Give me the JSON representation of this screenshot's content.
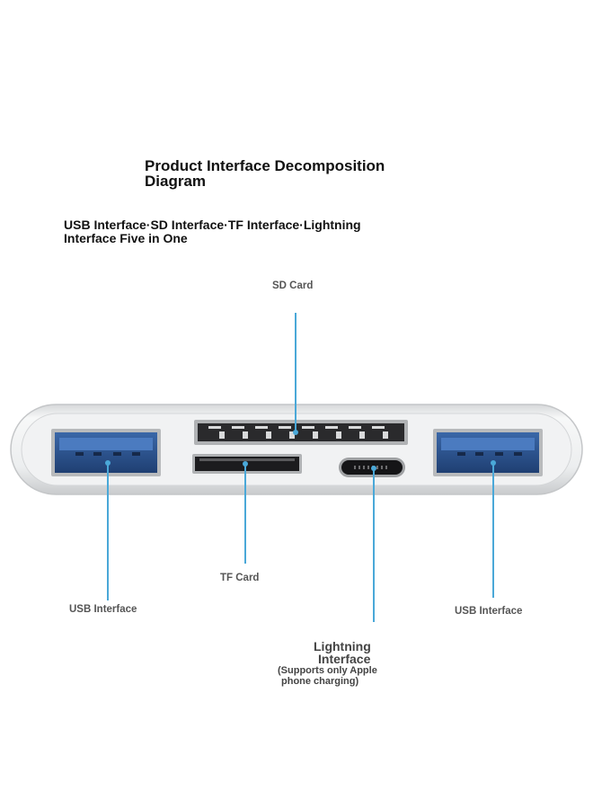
{
  "title": "Product Interface Decomposition\n Diagram",
  "subtitle": "USB Interface·SD Interface·TF Interface·Lightning\n Interface Five in One",
  "labels": {
    "sd_card": "SD Card",
    "tf_card": "TF Card",
    "usb_left": "USB Interface",
    "usb_right": "USB Interface",
    "lightning_line1": "Lightning",
    "lightning_line2": "Interface",
    "lightning_note_line1": "(Supports only Apple",
    "lightning_note_line2": "phone charging)"
  },
  "colors": {
    "leader_line": "#4aa8d8",
    "usb_blue": "#2a4f8a",
    "hub_body": "#eceeef"
  }
}
